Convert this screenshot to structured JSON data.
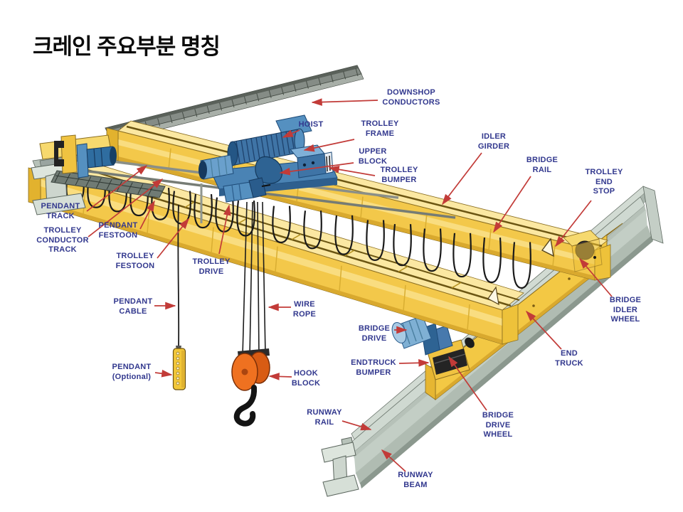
{
  "title": "크레인 주요부분 명칭",
  "diagram": {
    "subject": "overhead bridge crane parts",
    "colors": {
      "label_text": "#32388e",
      "arrow": "#c23b38",
      "girder_yellow": "#f3c84a",
      "girder_top_yellow": "#fbe8a2",
      "trolley_blue": "#4a83b4",
      "hook_orange": "#ef7120",
      "runway_grey": "#c3cec5",
      "background": "#ffffff"
    },
    "labels": [
      {
        "id": "downshop-conductors",
        "text": "DOWNSHOP\nCONDUCTORS"
      },
      {
        "id": "hoist",
        "text": "HOIST"
      },
      {
        "id": "trolley-frame",
        "text": "TROLLEY\nFRAME"
      },
      {
        "id": "upper-block",
        "text": "UPPER\nBLOCK"
      },
      {
        "id": "trolley-bumper",
        "text": "TROLLEY\nBUMPER"
      },
      {
        "id": "idler-girder",
        "text": "IDLER\nGIRDER"
      },
      {
        "id": "bridge-rail",
        "text": "BRIDGE\nRAIL"
      },
      {
        "id": "trolley-end-stop",
        "text": "TROLLEY\nEND\nSTOP"
      },
      {
        "id": "pendant-track",
        "text": "PENDANT\nTRACK"
      },
      {
        "id": "trolley-conductor-track",
        "text": "TROLLEY\nCONDUCTOR\nTRACK"
      },
      {
        "id": "pendant-festoon",
        "text": "PENDANT\nFESTOON"
      },
      {
        "id": "trolley-festoon",
        "text": "TROLLEY\nFESTOON"
      },
      {
        "id": "trolley-drive",
        "text": "TROLLEY\nDRIVE"
      },
      {
        "id": "pendant-cable",
        "text": "PENDANT\nCABLE"
      },
      {
        "id": "wire-rope",
        "text": "WIRE\nROPE"
      },
      {
        "id": "pendant-optional",
        "text": "PENDANT\n(Optional)"
      },
      {
        "id": "hook-block",
        "text": "HOOK\nBLOCK"
      },
      {
        "id": "bridge-drive",
        "text": "BRIDGE\nDRIVE"
      },
      {
        "id": "endtruck-bumper",
        "text": "ENDTRUCK\nBUMPER"
      },
      {
        "id": "runway-rail",
        "text": "RUNWAY\nRAIL"
      },
      {
        "id": "bridge-drive-wheel",
        "text": "BRIDGE\nDRIVE\nWHEEL"
      },
      {
        "id": "runway-beam",
        "text": "RUNWAY\nBEAM"
      },
      {
        "id": "end-truck",
        "text": "END\nTRUCK"
      },
      {
        "id": "bridge-idler-wheel",
        "text": "BRIDGE\nIDLER\nWHEEL"
      }
    ]
  }
}
